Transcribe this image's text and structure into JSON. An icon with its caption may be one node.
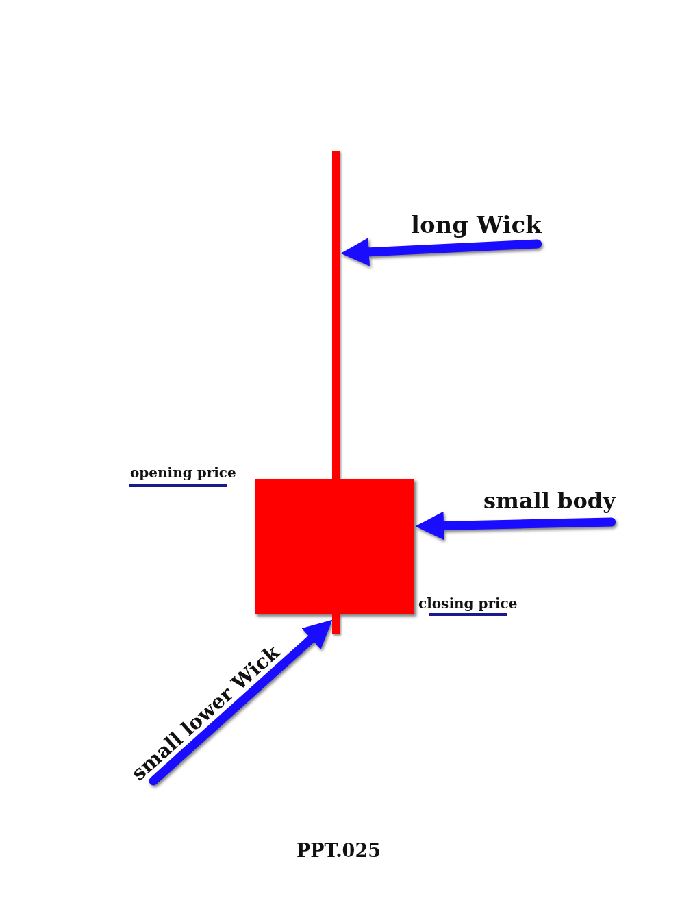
{
  "diagram": {
    "nodes": [
      {
        "text": [],
        "shape": "bar"
      },
      {
        "text": [
          "long Wick"
        ]
      },
      {
        "text": [],
        "shape": "box"
      },
      {
        "text": [
          "small body"
        ]
      },
      {
        "text": [],
        "shape": "bar"
      },
      {
        "text": [
          "small lower Wick"
        ]
      }
    ],
    "edges": [
      {
        "from": 1,
        "to": 0,
        "arrow": "to"
      },
      {
        "from": 3,
        "to": 2,
        "arrow": "to"
      },
      {
        "from": 5,
        "to": 4,
        "arrow": "to"
      }
    ],
    "labels": [
      "opening price",
      "closing price",
      "PPT.025"
    ]
  }
}
